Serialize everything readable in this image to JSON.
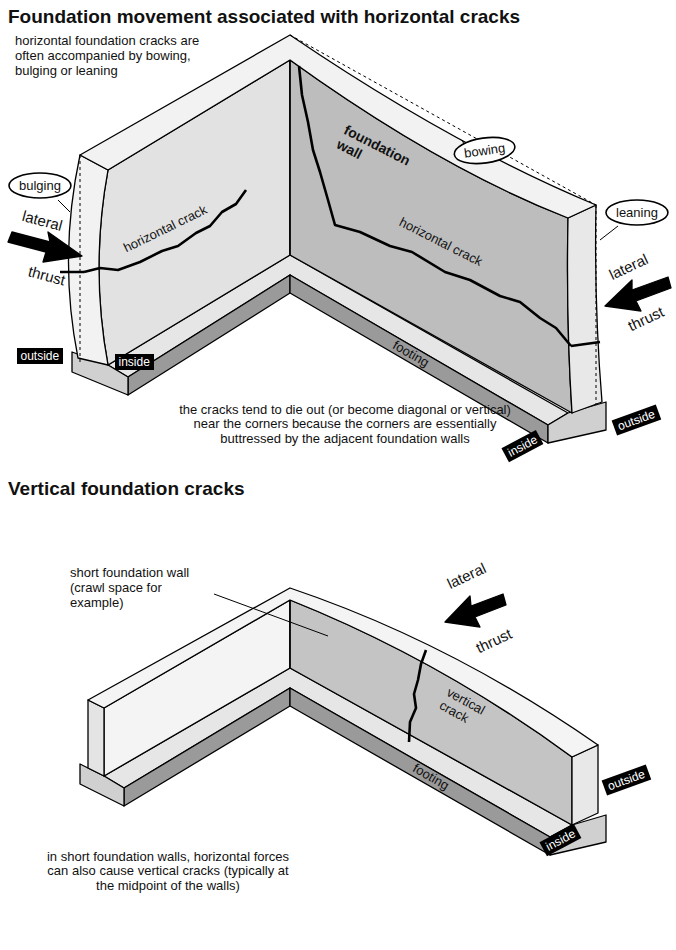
{
  "diagram": {
    "title": "Foundation movement associated with horizontal cracks",
    "nodes": [
      {
        "text": [
          "bowing"
        ]
      },
      {
        "text": [
          "bulging"
        ]
      },
      {
        "text": [
          "leaning"
        ]
      },
      {
        "text": [
          "outside"
        ]
      },
      {
        "text": [
          "inside"
        ]
      },
      {
        "text": [
          "inside"
        ]
      },
      {
        "text": [
          "outside"
        ]
      },
      {
        "text": [
          "outside"
        ]
      },
      {
        "text": [
          "inside"
        ]
      }
    ],
    "labels": [
      "horizontal foundation cracks are often accompanied by bowing, bulging or leaning",
      "lateral",
      "horizontal crack",
      "foundation wall",
      "thrust",
      "lateral",
      "horizontal crack",
      "thrust",
      "footing",
      "the cracks tend to die out (or become diagonal or vertical) near the corners because the corners are essentially buttressed by the adjacent foundation walls",
      "Vertical foundation cracks",
      "short foundation wall (crawl space for example)",
      "lateral",
      "thrust",
      "vertical crack",
      "footing",
      "in short foundation walls, horizontal forces can also cause vertical cracks (typically at the midpoint of the walls)"
    ]
  }
}
